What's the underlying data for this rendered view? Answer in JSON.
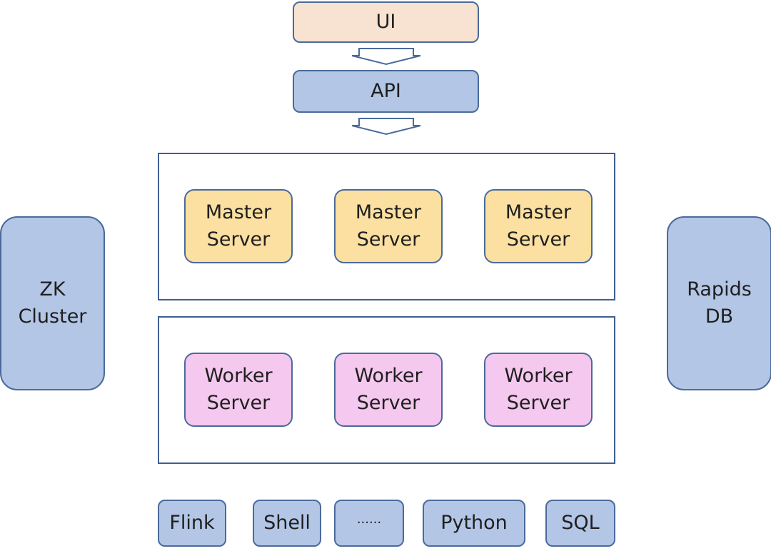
{
  "top": {
    "ui_label": "UI",
    "api_label": "API"
  },
  "master_servers": [
    {
      "label": "Master\nServer"
    },
    {
      "label": "Master\nServer"
    },
    {
      "label": "Master\nServer"
    }
  ],
  "worker_servers": [
    {
      "label": "Worker\nServer"
    },
    {
      "label": "Worker\nServer"
    },
    {
      "label": "Worker\nServer"
    }
  ],
  "side": {
    "left_label": "ZK\nCluster",
    "right_label": "Rapids\nDB"
  },
  "task_types": [
    {
      "label": "Flink"
    },
    {
      "label": "Shell"
    },
    {
      "label": "······"
    },
    {
      "label": "Python"
    },
    {
      "label": "SQL"
    }
  ],
  "colors": {
    "ui_fill": "#f8e2d1",
    "blue_fill": "#b3c6e6",
    "master_fill": "#fbe0a1",
    "worker_fill": "#f5c8ef",
    "border": "#4a6a9b"
  }
}
